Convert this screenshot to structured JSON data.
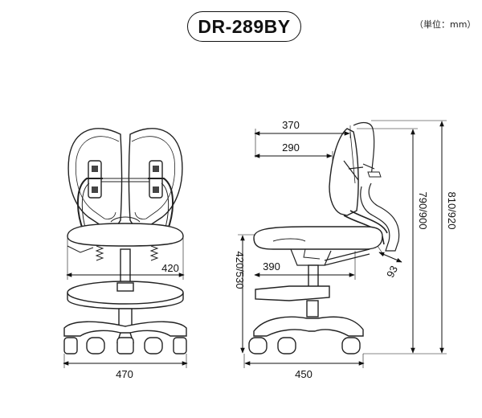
{
  "header": {
    "model": "DR-289BY",
    "unit_note": "（単位：mm）"
  },
  "front_view": {
    "seat_width": "420",
    "base_width": "470"
  },
  "side_view": {
    "top_depth": "370",
    "backrest_depth": "290",
    "seat_height": "420/530",
    "seat_depth": "390",
    "backrest_angle": "93",
    "base_depth": "450",
    "backrest_height": "790/900",
    "overall_height": "810/920"
  }
}
